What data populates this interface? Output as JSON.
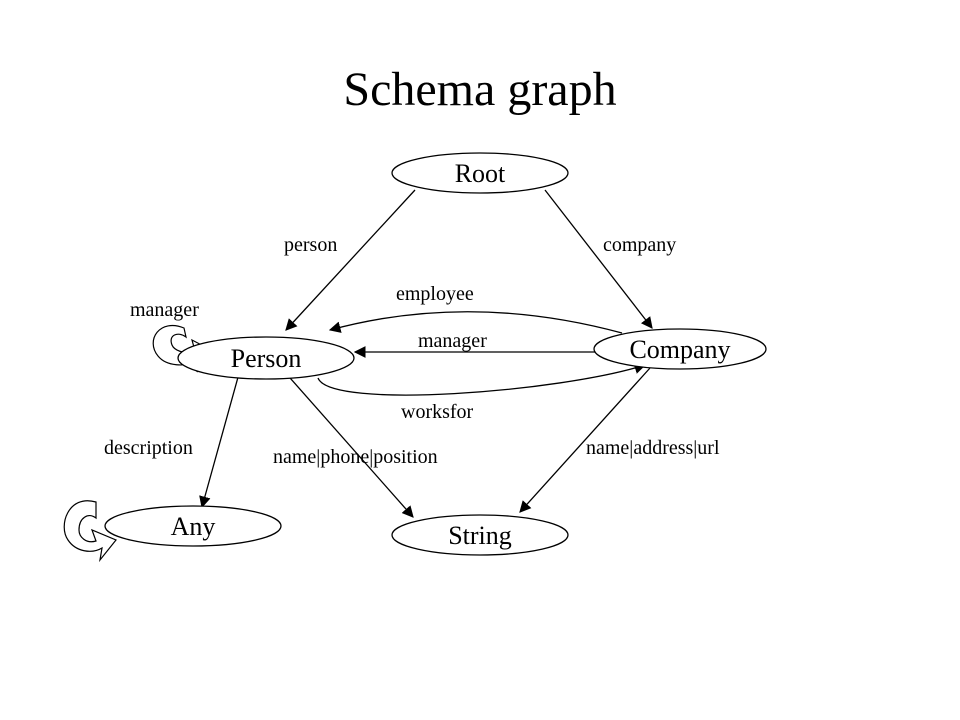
{
  "title": "Schema graph",
  "nodes": {
    "root": "Root",
    "person": "Person",
    "company": "Company",
    "any": "Any",
    "string": "String"
  },
  "edges": {
    "person": "person",
    "company": "company",
    "employee": "employee",
    "manager_company_person": "manager",
    "manager_self": "manager",
    "worksfor": "worksfor",
    "description": "description",
    "person_string": "name|phone|position",
    "company_string": "name|address|url"
  }
}
